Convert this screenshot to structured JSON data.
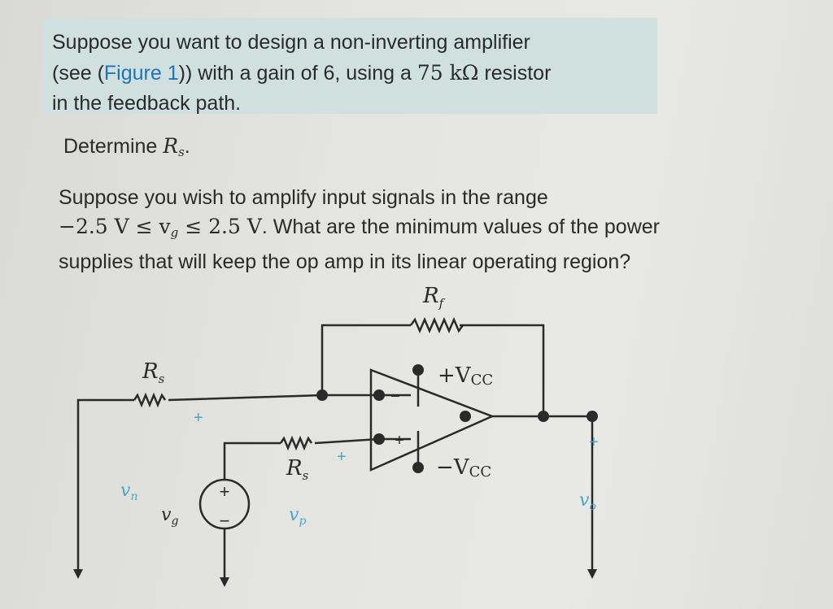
{
  "question1": {
    "line1": "Suppose you want to design a non-inverting amplifier",
    "line2_pre": "(see (",
    "line2_link": "Figure 1",
    "line2_mid": ")) with a gain of 6, using a ",
    "line2_resistor": "75 kΩ",
    "line2_post": " resistor",
    "line3": "in the feedback path."
  },
  "task1": {
    "prefix": "Determine ",
    "var": "R",
    "var_sub": "s",
    "suffix": "."
  },
  "question2": {
    "line1": "Suppose you wish to amplify input signals in the range",
    "range_math": "−2.5 V ≤ v",
    "range_sub": "g",
    "range_math2": " ≤ 2.5 V",
    "line2_post": ". What are the minimum values of the power",
    "line3": "supplies that will keep the op amp in its linear operating region?"
  },
  "figure": {
    "rf_label": "R",
    "rf_sub": "f",
    "rs_label": "R",
    "rs_sub": "s",
    "rs2_label": "R",
    "rs2_sub": "s",
    "vcc_pos": "+V",
    "vcc_pos_sub": "CC",
    "vcc_neg": "−V",
    "vcc_neg_sub": "CC",
    "minus_sign": "−",
    "plus_sign": "+",
    "vn_label": "v",
    "vn_sub": "n",
    "vg_label": "v",
    "vg_sub": "g",
    "vp_label": "v",
    "vp_sub": "p",
    "vo_label": "v",
    "vo_sub": "o",
    "polarity_plus": "+",
    "polarity_minus": "−"
  },
  "colors": {
    "highlight": "#cfe0df",
    "link": "#1f74b8",
    "polarity": "#4aa6c8",
    "wire": "#2a2a2a"
  }
}
